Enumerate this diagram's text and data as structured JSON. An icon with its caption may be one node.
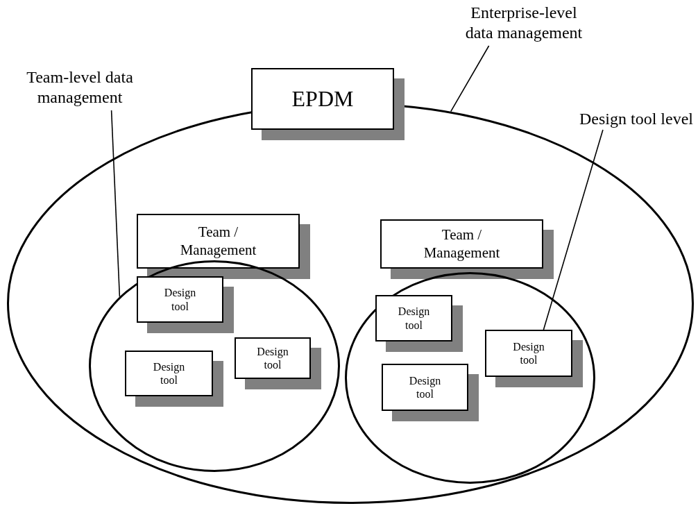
{
  "diagram": {
    "nodes": [
      {
        "text": [],
        "shape": "ellipse"
      },
      {
        "text": [
          "EPDM"
        ]
      },
      {
        "text": [
          "Team / Management"
        ],
        "in": 0
      },
      {
        "text": [],
        "shape": "ellipse",
        "in": 0
      },
      {
        "text": [
          "Design tool"
        ],
        "in": 3
      },
      {
        "text": [
          "Design tool"
        ],
        "in": 3
      },
      {
        "text": [
          "Design tool"
        ],
        "in": 3
      },
      {
        "text": [
          "Team / Management"
        ],
        "in": 0
      },
      {
        "text": [],
        "shape": "ellipse",
        "in": 0
      },
      {
        "text": [
          "Design tool"
        ],
        "in": 8
      },
      {
        "text": [
          "Design tool"
        ],
        "in": 8
      },
      {
        "text": [
          "Design tool"
        ],
        "in": 8
      },
      {
        "text": [
          "Enterprise-level data management"
        ]
      },
      {
        "text": [
          "Team-level data management"
        ]
      },
      {
        "text": [
          "Design tool level"
        ]
      }
    ],
    "edges": [
      {
        "from": 12,
        "to": 0,
        "arrow": "none"
      },
      {
        "from": 13,
        "to": 3,
        "arrow": "none"
      },
      {
        "from": 14,
        "to": 11,
        "arrow": "none"
      }
    ]
  }
}
